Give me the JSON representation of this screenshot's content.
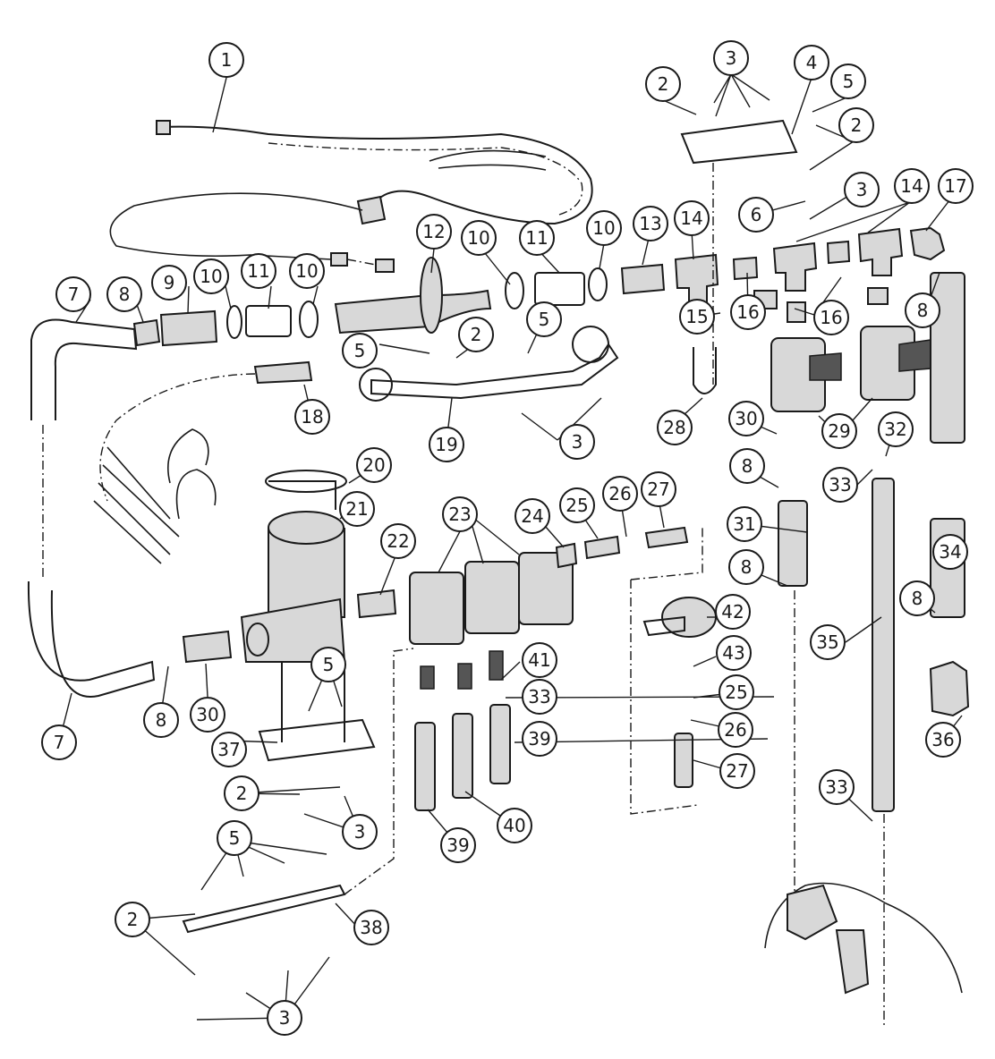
{
  "callouts": [
    {
      "num": "1"
    },
    {
      "num": "3"
    },
    {
      "num": "4"
    },
    {
      "num": "2"
    },
    {
      "num": "5"
    },
    {
      "num": "2"
    },
    {
      "num": "6"
    },
    {
      "num": "3"
    },
    {
      "num": "14"
    },
    {
      "num": "17"
    },
    {
      "num": "12"
    },
    {
      "num": "10"
    },
    {
      "num": "11"
    },
    {
      "num": "10"
    },
    {
      "num": "13"
    },
    {
      "num": "14"
    },
    {
      "num": "7"
    },
    {
      "num": "8"
    },
    {
      "num": "9"
    },
    {
      "num": "10"
    },
    {
      "num": "11"
    },
    {
      "num": "10"
    },
    {
      "num": "15"
    },
    {
      "num": "16"
    },
    {
      "num": "16"
    },
    {
      "num": "8"
    },
    {
      "num": "5"
    },
    {
      "num": "2"
    },
    {
      "num": "5"
    },
    {
      "num": "18"
    },
    {
      "num": "19"
    },
    {
      "num": "3"
    },
    {
      "num": "28"
    },
    {
      "num": "29"
    },
    {
      "num": "30"
    },
    {
      "num": "8"
    },
    {
      "num": "32"
    },
    {
      "num": "33"
    },
    {
      "num": "20"
    },
    {
      "num": "21"
    },
    {
      "num": "22"
    },
    {
      "num": "23"
    },
    {
      "num": "24"
    },
    {
      "num": "25"
    },
    {
      "num": "26"
    },
    {
      "num": "27"
    },
    {
      "num": "31"
    },
    {
      "num": "8"
    },
    {
      "num": "34"
    },
    {
      "num": "42"
    },
    {
      "num": "8"
    },
    {
      "num": "35"
    },
    {
      "num": "43"
    },
    {
      "num": "41"
    },
    {
      "num": "25"
    },
    {
      "num": "33"
    },
    {
      "num": "26"
    },
    {
      "num": "36"
    },
    {
      "num": "5"
    },
    {
      "num": "39"
    },
    {
      "num": "27"
    },
    {
      "num": "7"
    },
    {
      "num": "8"
    },
    {
      "num": "30"
    },
    {
      "num": "37"
    },
    {
      "num": "33"
    },
    {
      "num": "2"
    },
    {
      "num": "3"
    },
    {
      "num": "39"
    },
    {
      "num": "40"
    },
    {
      "num": "5"
    },
    {
      "num": "2"
    },
    {
      "num": "38"
    },
    {
      "num": "3"
    }
  ]
}
